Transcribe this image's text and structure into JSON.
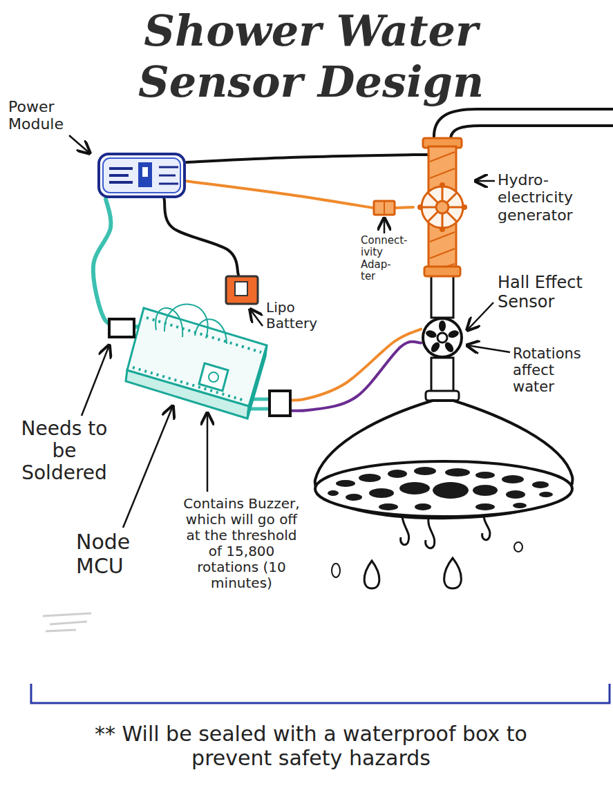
{
  "diagram": {
    "title": "Shower Water Sensor Design",
    "caption": "** Will be sealed with a waterproof box to prevent safety hazards",
    "nodes": [
      {
        "text": [
          "Power Module"
        ]
      },
      {
        "text": [
          "Hydro- electricity generator"
        ]
      },
      {
        "text": [
          "Connect- ivity Adap- ter"
        ]
      },
      {
        "text": [
          "Lipo Battery"
        ]
      },
      {
        "text": [
          "Hall Effect Sensor"
        ]
      },
      {
        "text": [
          "Node MCU"
        ]
      }
    ],
    "edges": [
      {
        "from": 0,
        "to": 1,
        "arrow": "none"
      },
      {
        "from": 0,
        "to": 2,
        "arrow": "none"
      },
      {
        "from": 2,
        "to": 1,
        "arrow": "none"
      },
      {
        "from": 0,
        "to": 3,
        "arrow": "none"
      },
      {
        "from": 0,
        "to": 5,
        "arrow": "none"
      },
      {
        "from": 5,
        "to": 4,
        "arrow": "none"
      },
      {
        "from": 5,
        "to": 4,
        "arrow": "none"
      }
    ],
    "labels": [
      "Rotations affect water",
      "Needs to be Soldered",
      "Contains Buzzer, which will go off at the threshold of 15,800 rotations (10 minutes)"
    ]
  }
}
